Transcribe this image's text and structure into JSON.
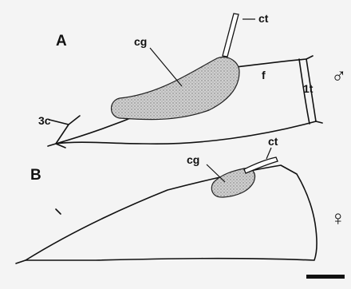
{
  "panels": {
    "A": {
      "label": "A",
      "parts": {
        "cg": "cg",
        "ct": "ct",
        "f": "f",
        "seg_1t": "1t",
        "seg_3c": "3c"
      },
      "sex_symbol": "♂"
    },
    "B": {
      "label": "B",
      "parts": {
        "cg": "cg",
        "ct": "ct"
      },
      "sex_symbol": "♀"
    }
  },
  "legend": {
    "scale_bar": "scale-bar"
  },
  "colors": {
    "background": "#f4f4f4",
    "line": "#111111",
    "stipple_fill": "#c9c9c9"
  }
}
